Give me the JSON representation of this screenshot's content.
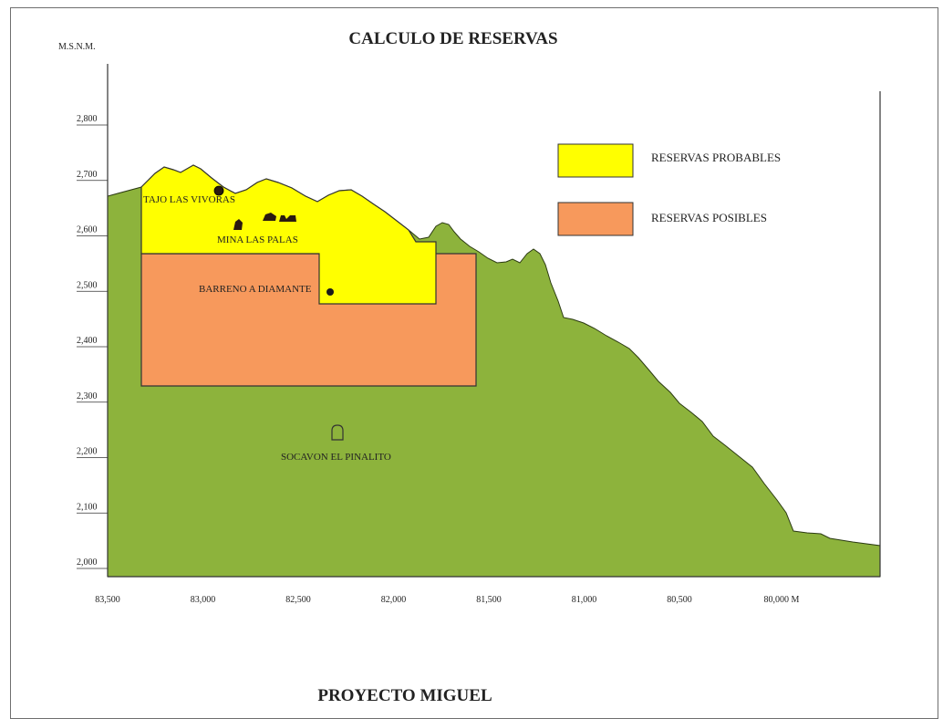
{
  "title": "CALCULO DE RESERVAS",
  "footer": "PROYECTO MIGUEL",
  "y_axis": {
    "unit_label": "M.S.N.M.",
    "ticks": [
      "2,000",
      "2,100",
      "2,200",
      "2,300",
      "2,400",
      "2,500",
      "2,600",
      "2,700",
      "2,800"
    ]
  },
  "x_axis": {
    "ticks": [
      "83,500",
      "83,000",
      "82,500",
      "82,000",
      "81,500",
      "81,000",
      "80,500",
      "80,000 M"
    ]
  },
  "legend": [
    {
      "label": "RESERVAS PROBABLES",
      "color": "#ffff00"
    },
    {
      "label": "RESERVAS POSIBLES",
      "color": "#f7995c"
    }
  ],
  "annotations": {
    "tajo": "TAJO LAS VIVORAS",
    "mina": "MINA LAS PALAS",
    "barreno": "BARRENO A DIAMANTE",
    "socavon": "SOCAVON EL PINALITO"
  },
  "colors": {
    "terrain": "#8db33c",
    "probables": "#ffff00",
    "posibles": "#f7995c",
    "outline": "#333333"
  }
}
